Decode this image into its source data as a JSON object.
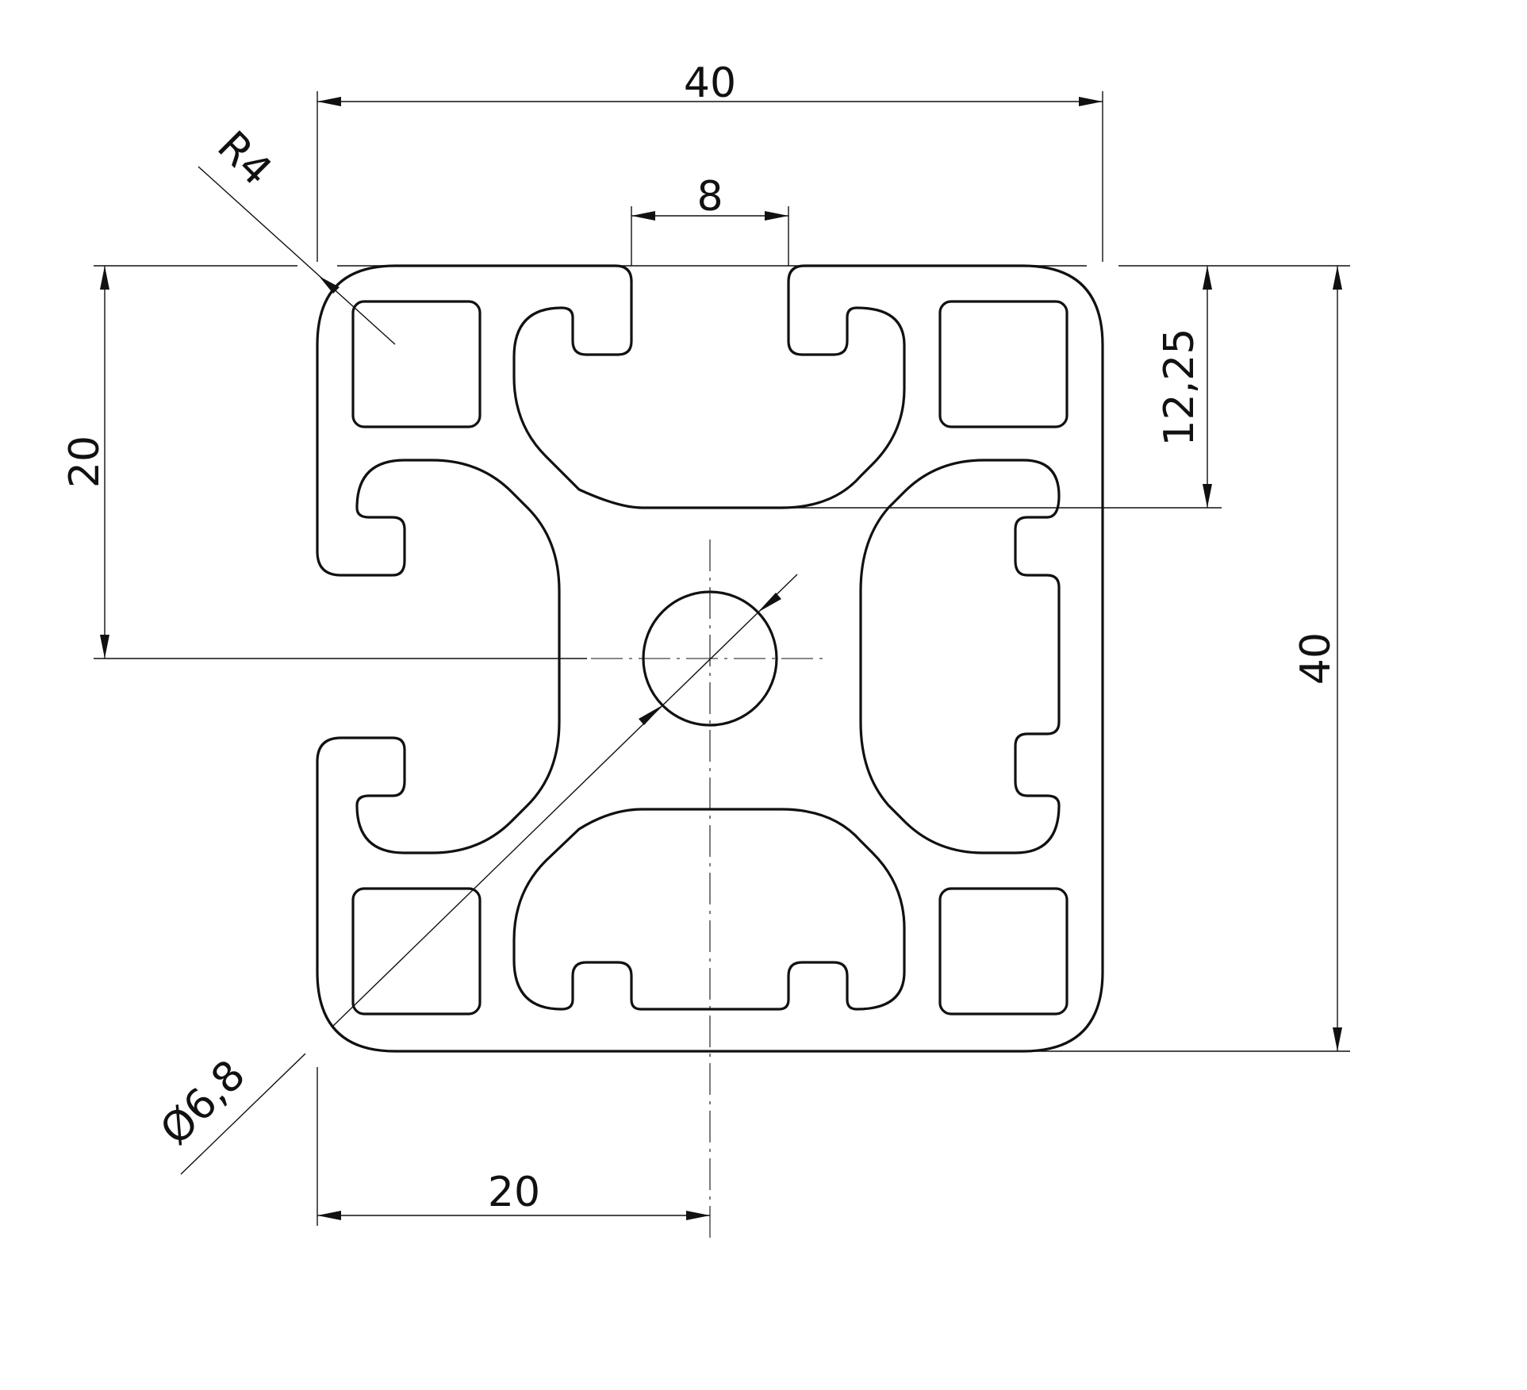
{
  "drawing": {
    "subject": "aluminium T-slot profile 40x40 cross-section",
    "colors": {
      "ink": "#111111",
      "background": "#ffffff"
    },
    "dimensions": {
      "overall_width": "40",
      "overall_height": "40",
      "slot_width": "8",
      "corner_radius": "R4",
      "half_height": "20",
      "half_width": "20",
      "slot_depth": "12,25",
      "center_bore": "Ø6,8"
    }
  }
}
